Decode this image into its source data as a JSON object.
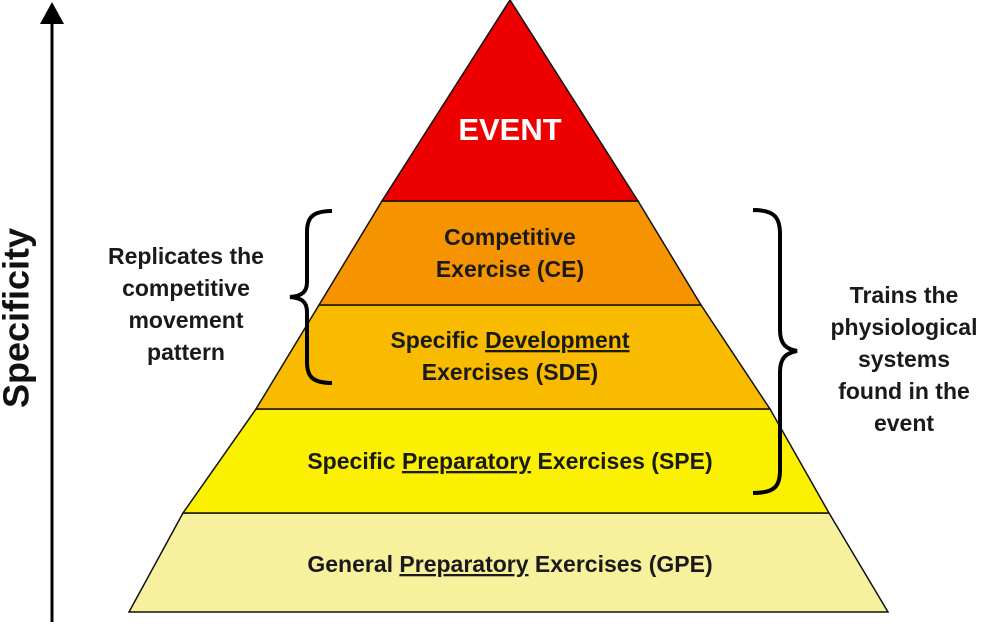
{
  "axis": {
    "label": "Specificity"
  },
  "pyramid": {
    "levels": [
      {
        "id": "event",
        "line1": "EVENT",
        "color": "#ee0000"
      },
      {
        "id": "ce",
        "line1": "Competitive",
        "line2": "Exercise (CE)",
        "color": "#f59300"
      },
      {
        "id": "sde",
        "line1_pre": "Specific ",
        "line1_u": "Development",
        "line2": "Exercises (SDE)",
        "color": "#f8bb00"
      },
      {
        "id": "spe",
        "pre": "Specific ",
        "u": "Preparatory",
        "post": " Exercises (SPE)",
        "color": "#fbf000"
      },
      {
        "id": "gpe",
        "pre": "General ",
        "u": "Preparatory",
        "post": " Exercises (GPE)",
        "color": "#f7f09c"
      }
    ]
  },
  "left_annotation": {
    "lines": [
      "Replicates the",
      "competitive",
      "movement",
      "pattern"
    ]
  },
  "right_annotation": {
    "lines": [
      "Trains the",
      "physiological",
      "systems",
      "found in the",
      "event"
    ]
  }
}
